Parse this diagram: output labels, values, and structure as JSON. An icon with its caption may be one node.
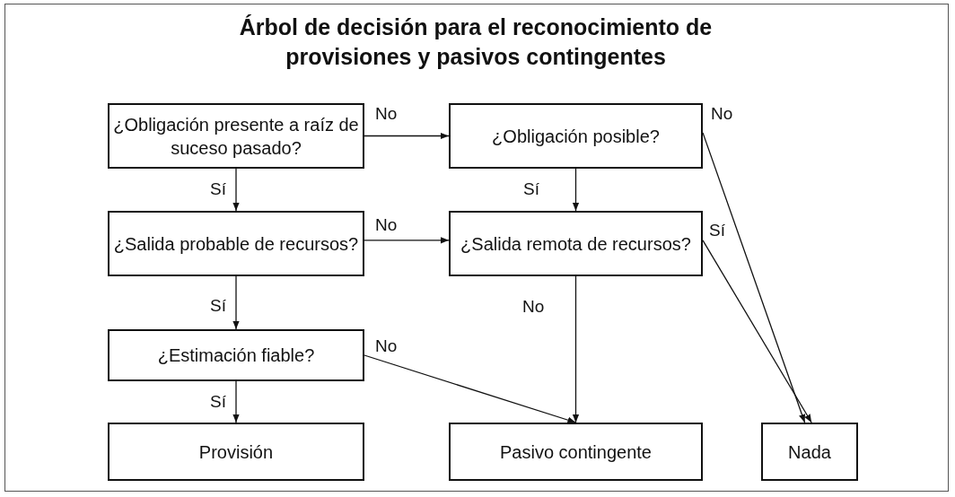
{
  "diagram": {
    "title": "Árbol de decisión para el reconocimiento de provisiones y pasivos contingentes",
    "nodes": [
      {
        "text": [
          "¿Obligación presente a raíz de suceso pasado?"
        ]
      },
      {
        "text": [
          "¿Obligación posible?"
        ]
      },
      {
        "text": [
          "¿Salida probable de recursos?"
        ]
      },
      {
        "text": [
          "¿Salida remota de recursos?"
        ]
      },
      {
        "text": [
          "¿Estimación fiable?"
        ]
      },
      {
        "text": [
          "Provisión"
        ]
      },
      {
        "text": [
          "Pasivo contingente"
        ]
      },
      {
        "text": [
          "Nada"
        ]
      }
    ],
    "edges": [
      {
        "from": 0,
        "to": 1,
        "arrow": "to",
        "label": "No"
      },
      {
        "from": 0,
        "to": 2,
        "arrow": "to",
        "label": "Sí"
      },
      {
        "from": 1,
        "to": 3,
        "arrow": "to",
        "label": "Sí"
      },
      {
        "from": 1,
        "to": 7,
        "arrow": "to",
        "label": "No"
      },
      {
        "from": 2,
        "to": 3,
        "arrow": "to",
        "label": "No"
      },
      {
        "from": 2,
        "to": 4,
        "arrow": "to",
        "label": "Sí"
      },
      {
        "from": 3,
        "to": 6,
        "arrow": "to",
        "label": "No"
      },
      {
        "from": 3,
        "to": 7,
        "arrow": "to",
        "label": "Sí"
      },
      {
        "from": 4,
        "to": 6,
        "arrow": "to",
        "label": "No"
      },
      {
        "from": 4,
        "to": 5,
        "arrow": "to",
        "label": "Sí"
      }
    ]
  }
}
